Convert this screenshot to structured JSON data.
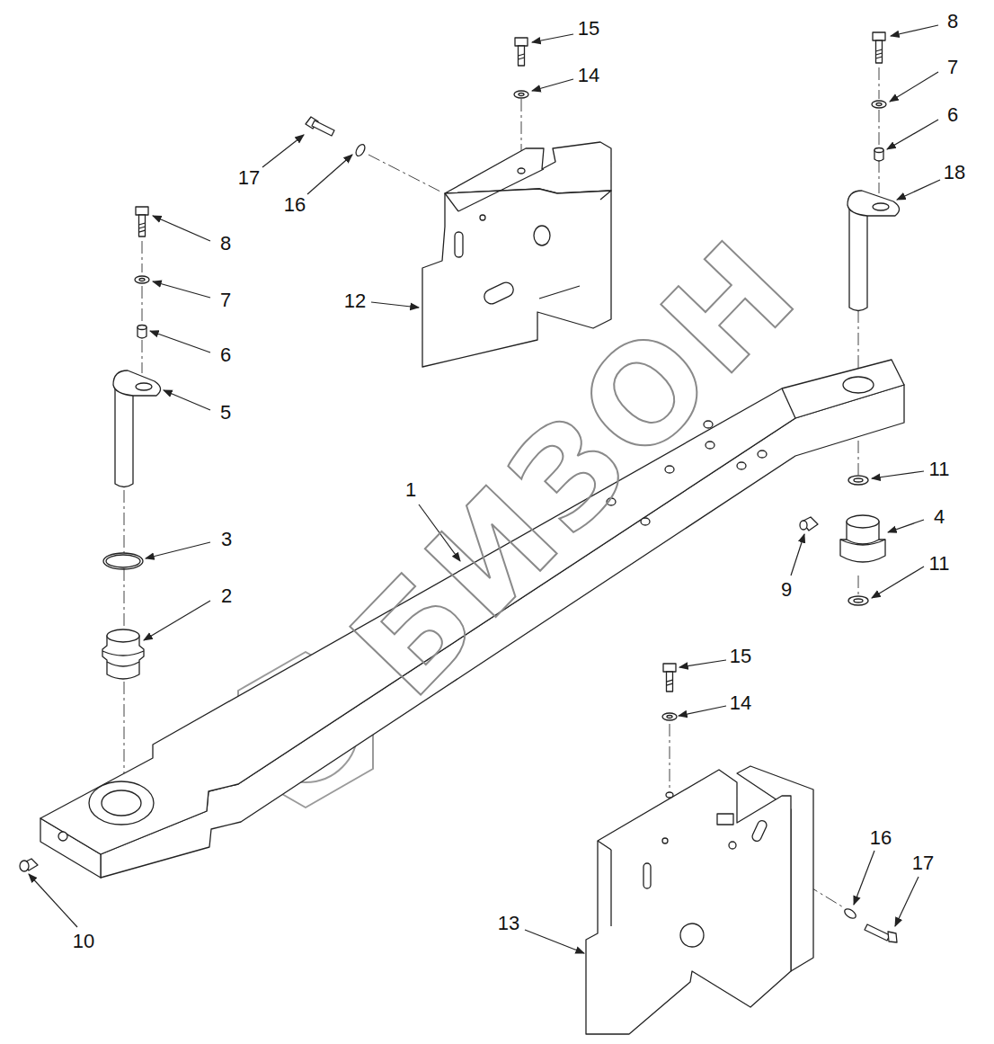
{
  "diagram": {
    "labels": [
      "15",
      "14",
      "8",
      "7",
      "6",
      "17",
      "16",
      "18",
      "8",
      "7",
      "6",
      "12",
      "5",
      "3",
      "2",
      "1",
      "11",
      "4",
      "9",
      "11",
      "10",
      "15",
      "14",
      "16",
      "17",
      "13",
      "БИЗОН"
    ]
  }
}
